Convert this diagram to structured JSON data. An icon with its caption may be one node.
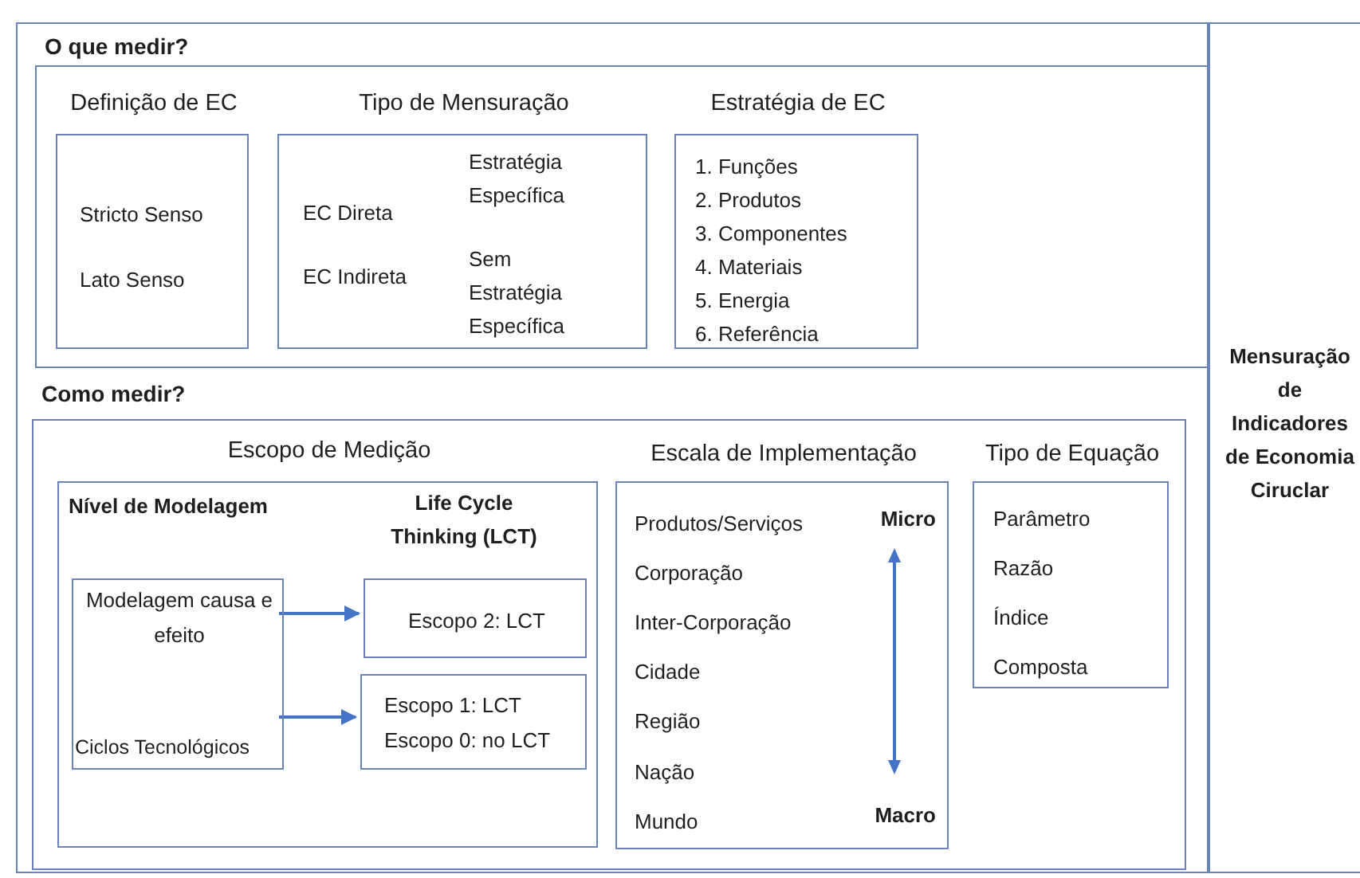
{
  "diagram": {
    "nodes": [
      {
        "text": [
          "Mensuração de Indicadores de Economia Ciruclar"
        ]
      },
      {
        "text": [
          "O que medir?"
        ],
        "in": 0
      },
      {
        "text": [
          "Definição de EC",
          "Stricto Senso",
          "Lato Senso"
        ],
        "in": 1
      },
      {
        "text": [
          "Tipo de Mensuração",
          "EC Direta",
          "EC Indireta",
          "Estratégia Específica",
          "Sem Estratégia Específica"
        ],
        "in": 1
      },
      {
        "text": [
          "Estratégia de EC",
          "1. Funções",
          "2. Produtos",
          "3. Componentes",
          "4. Materiais",
          "5. Energia",
          "6. Referência"
        ],
        "in": 1
      },
      {
        "text": [
          "Como medir?"
        ],
        "in": 0
      },
      {
        "text": [
          "Escopo de Medição",
          "Nível de Modelagem",
          "Life Cycle Thinking (LCT)"
        ],
        "in": 5
      },
      {
        "text": [
          "Modelagem causa e efeito",
          "Ciclos Tecnológicos"
        ],
        "in": 6
      },
      {
        "text": [
          "Escopo 2: LCT"
        ],
        "in": 6
      },
      {
        "text": [
          "Escopo 1: LCT",
          "Escopo 0: no LCT"
        ],
        "in": 6
      },
      {
        "text": [
          "Escala de Implementação",
          "Produtos/Serviços",
          "Corporação",
          "Inter-Corporação",
          "Cidade",
          "Região",
          "Nação",
          "Mundo",
          "Micro",
          "Macro"
        ],
        "in": 5
      },
      {
        "text": [
          "Tipo de Equação",
          "Parâmetro",
          "Razão",
          "Índice",
          "Composta"
        ],
        "in": 5
      }
    ],
    "edges": [
      {
        "from": 7,
        "to": 8,
        "arrow": "to"
      },
      {
        "from": 7,
        "to": 9,
        "arrow": "to"
      }
    ]
  }
}
